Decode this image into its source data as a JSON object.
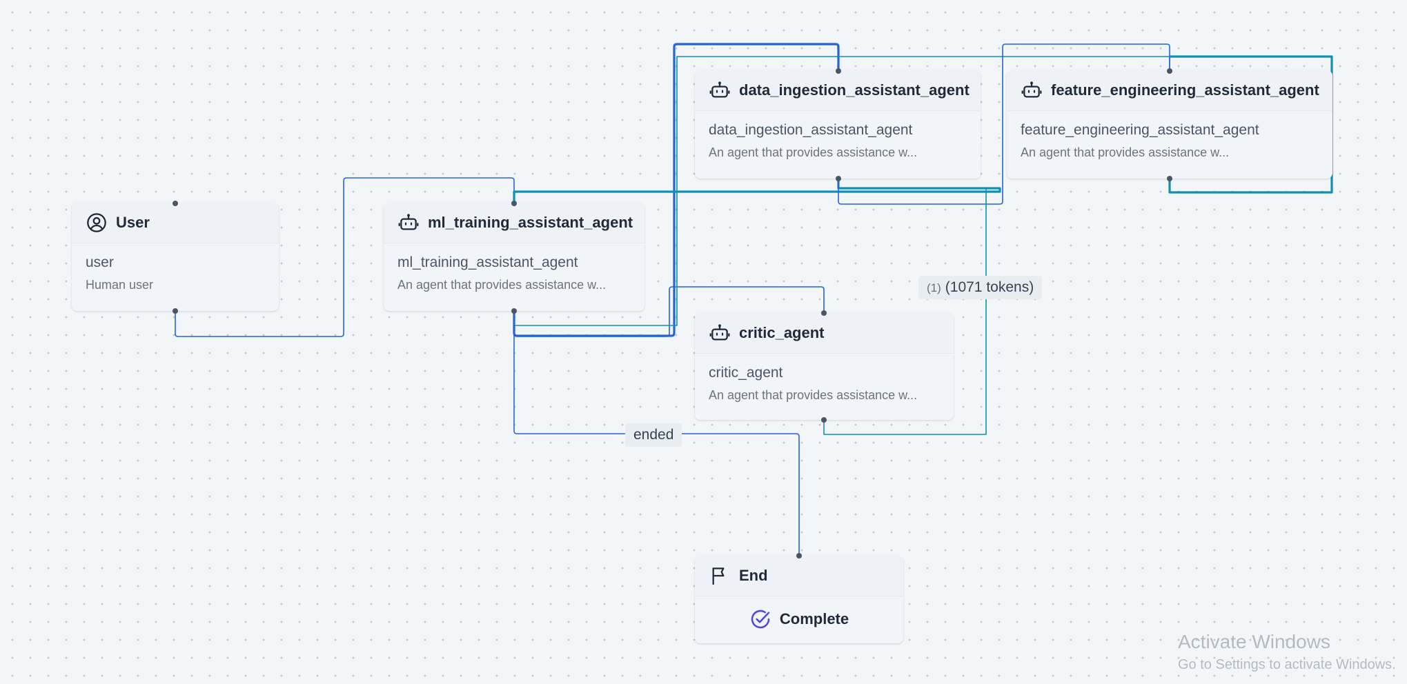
{
  "nodes": {
    "user": {
      "title": "User",
      "name": "user",
      "description": "Human user",
      "icon": "user-circle-icon"
    },
    "ml_training": {
      "title": "ml_training_assistant_agent",
      "name": "ml_training_assistant_agent",
      "description": "An agent that provides assistance w...",
      "icon": "bot-icon"
    },
    "data_ingestion": {
      "title": "data_ingestion_assistant_agent",
      "name": "data_ingestion_assistant_agent",
      "description": "An agent that provides assistance w...",
      "icon": "bot-icon"
    },
    "feature_engineering": {
      "title": "feature_engineering_assistant_agent",
      "name": "feature_engineering_assistant_agent",
      "description": "An agent that provides assistance w...",
      "icon": "bot-icon"
    },
    "critic": {
      "title": "critic_agent",
      "name": "critic_agent",
      "description": "An agent that provides assistance w...",
      "icon": "bot-icon"
    },
    "end": {
      "title": "End",
      "status": "Complete",
      "icon": "flag-icon",
      "status_icon": "check-circle-icon"
    }
  },
  "edge_labels": {
    "tokens_count": "(1)",
    "tokens": "(1071 tokens)",
    "ended": "ended"
  },
  "colors": {
    "edge_blue": "#2563d6",
    "edge_teal": "#0e8fb3",
    "status_check": "#4f46e5"
  },
  "watermark": {
    "title": "Activate Windows",
    "subtitle": "Go to Settings to activate Windows."
  }
}
